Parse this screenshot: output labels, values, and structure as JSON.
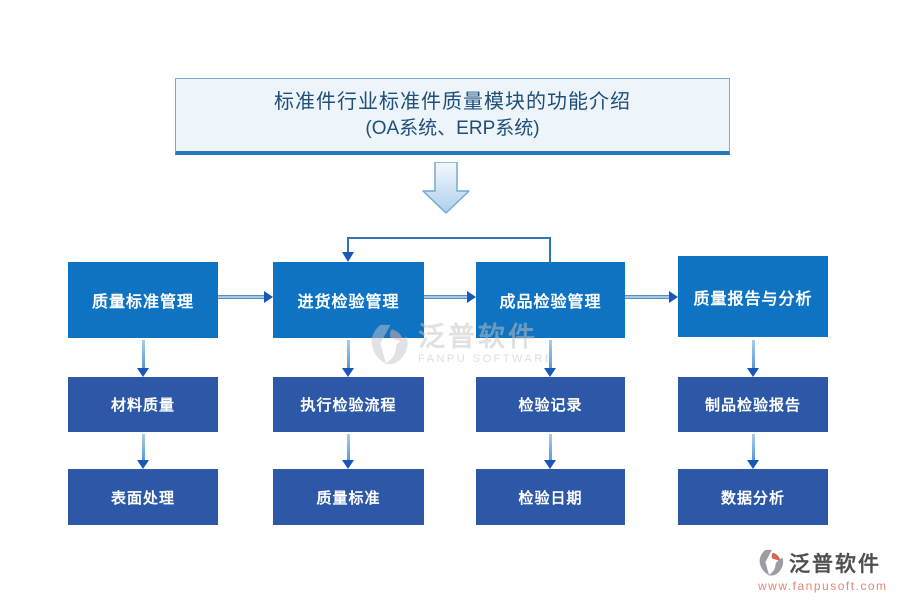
{
  "title": {
    "line1": "标准件行业标准件质量模块的功能介绍",
    "line2": "(OA系统、ERP系统)"
  },
  "columns": [
    {
      "header": "质量标准管理",
      "items": [
        "材料质量",
        "表面处理"
      ]
    },
    {
      "header": "进货检验管理",
      "items": [
        "执行检验流程",
        "质量标准"
      ]
    },
    {
      "header": "成品检验管理",
      "items": [
        "检验记录",
        "检验日期"
      ]
    },
    {
      "header": "质量报告与分析",
      "items": [
        "制品检验报告",
        "数据分析"
      ]
    }
  ],
  "watermark": {
    "name": "泛普软件",
    "subtitle": "FANPU SOFTWARE"
  },
  "footer_logo": {
    "name": "泛普软件",
    "url": "www.fanpusoft.com"
  },
  "colors": {
    "header_box": "#0d73c2",
    "item_box": "#2d58a7",
    "title_bg": "#edf5fb",
    "title_border": "#77abd2",
    "title_bottom_border": "#2577b9",
    "title_text": "#1f4e79",
    "connector": "#2e75b6",
    "arrow_head": "#1758b8",
    "footer_url_text": "#e18876"
  }
}
